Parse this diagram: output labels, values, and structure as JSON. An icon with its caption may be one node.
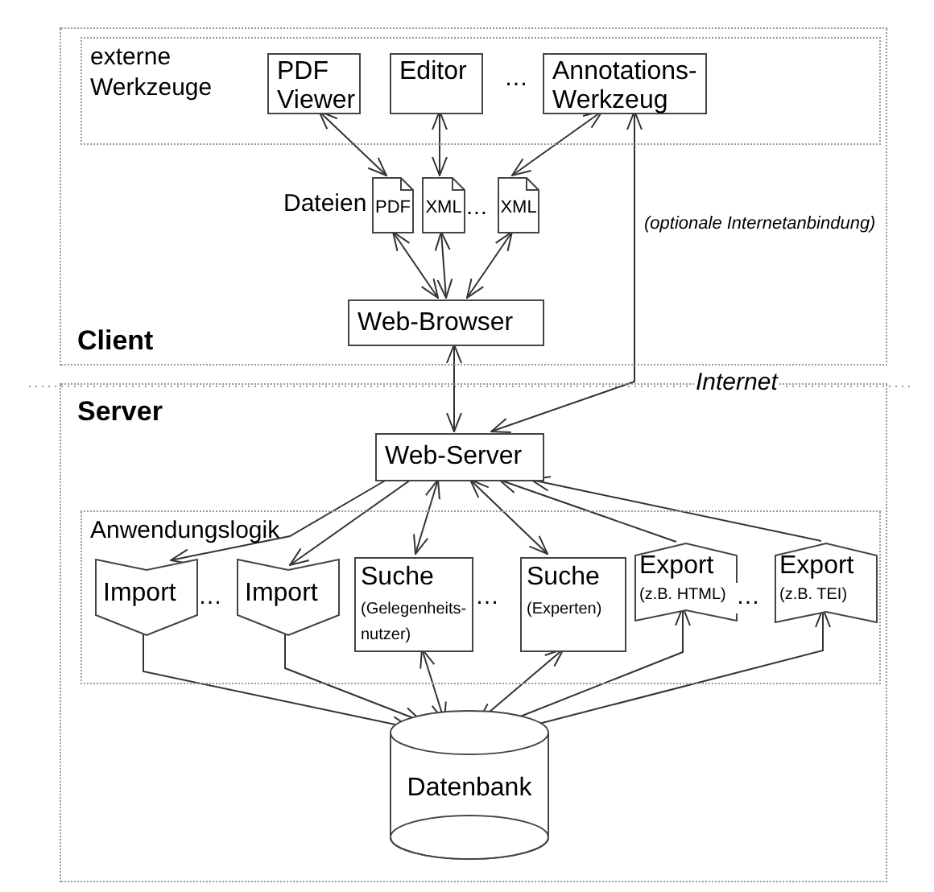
{
  "diagram": {
    "nodes": [
      {
        "text": [
          "Client"
        ]
      },
      {
        "text": [
          "externe Werkzeuge"
        ],
        "in": 0
      },
      {
        "text": [
          "PDF Viewer"
        ],
        "in": 1
      },
      {
        "text": [
          "Editor"
        ],
        "in": 1
      },
      {
        "text": [
          "Annotations- Werkzeug"
        ],
        "in": 1
      },
      {
        "text": [
          "PDF"
        ],
        "in": 0
      },
      {
        "text": [
          "XML"
        ],
        "in": 0
      },
      {
        "text": [
          "XML"
        ],
        "in": 0
      },
      {
        "text": [
          "Web-Browser"
        ],
        "in": 0
      },
      {
        "text": [
          "Server"
        ]
      },
      {
        "text": [
          "Anwendungslogik"
        ],
        "in": 9
      },
      {
        "text": [
          "Web-Server"
        ],
        "in": 9
      },
      {
        "text": [
          "Import"
        ],
        "in": 10
      },
      {
        "text": [
          "Import"
        ],
        "in": 10
      },
      {
        "text": [
          "Suche",
          "(Gelegenheits- nutzer)"
        ],
        "in": 10
      },
      {
        "text": [
          "Suche",
          "(Experten)"
        ],
        "in": 10
      },
      {
        "text": [
          "Export",
          "(z.B. HTML)"
        ],
        "in": 10
      },
      {
        "text": [
          "Export",
          "(z.B. TEI)"
        ],
        "in": 10
      },
      {
        "text": [
          "Datenbank"
        ],
        "in": 9
      }
    ],
    "edges": [
      {
        "from": 2,
        "to": 5,
        "arrow": "both"
      },
      {
        "from": 3,
        "to": 6,
        "arrow": "both"
      },
      {
        "from": 4,
        "to": 7,
        "arrow": "both"
      },
      {
        "from": 5,
        "to": 8,
        "arrow": "both"
      },
      {
        "from": 6,
        "to": 8,
        "arrow": "both"
      },
      {
        "from": 7,
        "to": 8,
        "arrow": "both"
      },
      {
        "from": 8,
        "to": 11,
        "arrow": "both"
      },
      {
        "from": 4,
        "to": 11,
        "arrow": "both",
        "label": "(optionale Internetanbindung)"
      },
      {
        "from": 11,
        "to": 12,
        "arrow": "to"
      },
      {
        "from": 11,
        "to": 13,
        "arrow": "to"
      },
      {
        "from": 11,
        "to": 14,
        "arrow": "both"
      },
      {
        "from": 11,
        "to": 15,
        "arrow": "both"
      },
      {
        "from": 16,
        "to": 11,
        "arrow": "to"
      },
      {
        "from": 17,
        "to": 11,
        "arrow": "to"
      },
      {
        "from": 12,
        "to": 18,
        "arrow": "to"
      },
      {
        "from": 13,
        "to": 18,
        "arrow": "to"
      },
      {
        "from": 14,
        "to": 18,
        "arrow": "both"
      },
      {
        "from": 15,
        "to": 18,
        "arrow": "both"
      },
      {
        "from": 18,
        "to": 16,
        "arrow": "to"
      },
      {
        "from": 18,
        "to": 17,
        "arrow": "to"
      }
    ],
    "labels": [
      "…",
      "Dateien",
      "…",
      "Internet",
      "…",
      "…",
      "…"
    ]
  }
}
